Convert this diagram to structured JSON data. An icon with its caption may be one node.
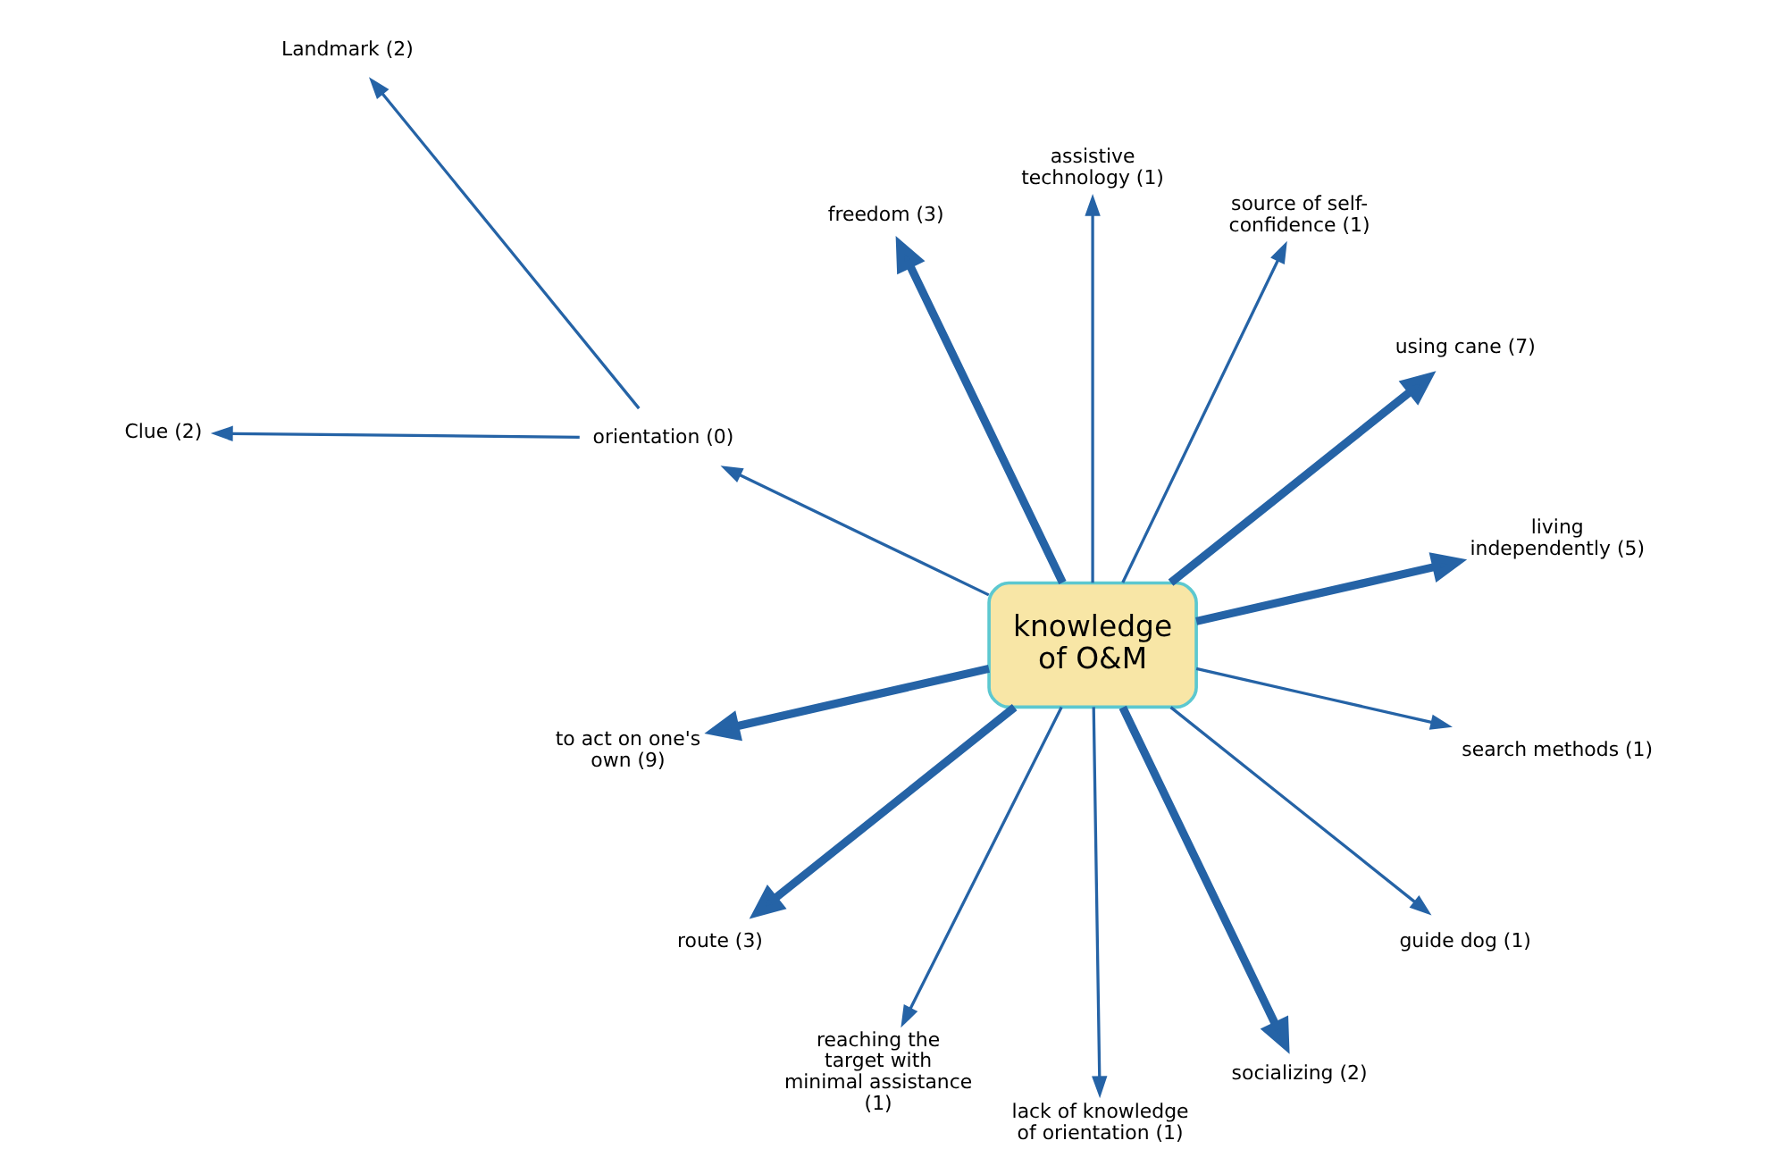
{
  "diagram": {
    "nodes": [
      {
        "text": [
          "living independently (5)"
        ]
      },
      {
        "text": [
          "using cane (7)"
        ]
      },
      {
        "text": [
          "source of self-confidence (1)"
        ]
      },
      {
        "text": [
          "assistive technology (1)"
        ]
      },
      {
        "text": [
          "freedom (3)"
        ]
      },
      {
        "text": [
          "Landmark (2)"
        ]
      },
      {
        "text": [
          "orientation (0)"
        ]
      },
      {
        "text": [
          "knowledge of O&M"
        ]
      },
      {
        "text": [
          "to act on one's own (9)"
        ]
      },
      {
        "text": [
          "Clue (2)"
        ]
      },
      {
        "text": [
          "route (3)"
        ]
      },
      {
        "text": [
          "reaching the target with minimal assistance (1)"
        ]
      },
      {
        "text": [
          "lack of knowledge of orientation (1)"
        ]
      },
      {
        "text": [
          "socializing (2)"
        ]
      },
      {
        "text": [
          "guide dog (1)"
        ]
      },
      {
        "text": [
          "search methods (1)"
        ]
      }
    ],
    "edges": [
      {
        "from": 7,
        "to": 0,
        "arrow": "to",
        "style": "thick"
      },
      {
        "from": 7,
        "to": 1,
        "arrow": "to",
        "style": "thick"
      },
      {
        "from": 7,
        "to": 2,
        "arrow": "to"
      },
      {
        "from": 7,
        "to": 3,
        "arrow": "to"
      },
      {
        "from": 7,
        "to": 4,
        "arrow": "to",
        "style": "thick"
      },
      {
        "from": 7,
        "to": 6,
        "arrow": "to"
      },
      {
        "from": 6,
        "to": 5,
        "arrow": "to"
      },
      {
        "from": 6,
        "to": 9,
        "arrow": "to"
      },
      {
        "from": 7,
        "to": 8,
        "arrow": "to",
        "style": "thick"
      },
      {
        "from": 7,
        "to": 10,
        "arrow": "to",
        "style": "thick"
      },
      {
        "from": 7,
        "to": 11,
        "arrow": "to"
      },
      {
        "from": 7,
        "to": 12,
        "arrow": "to"
      },
      {
        "from": 7,
        "to": 13,
        "arrow": "to",
        "style": "thick"
      },
      {
        "from": 7,
        "to": 14,
        "arrow": "to"
      },
      {
        "from": 7,
        "to": 15,
        "arrow": "to"
      }
    ]
  }
}
